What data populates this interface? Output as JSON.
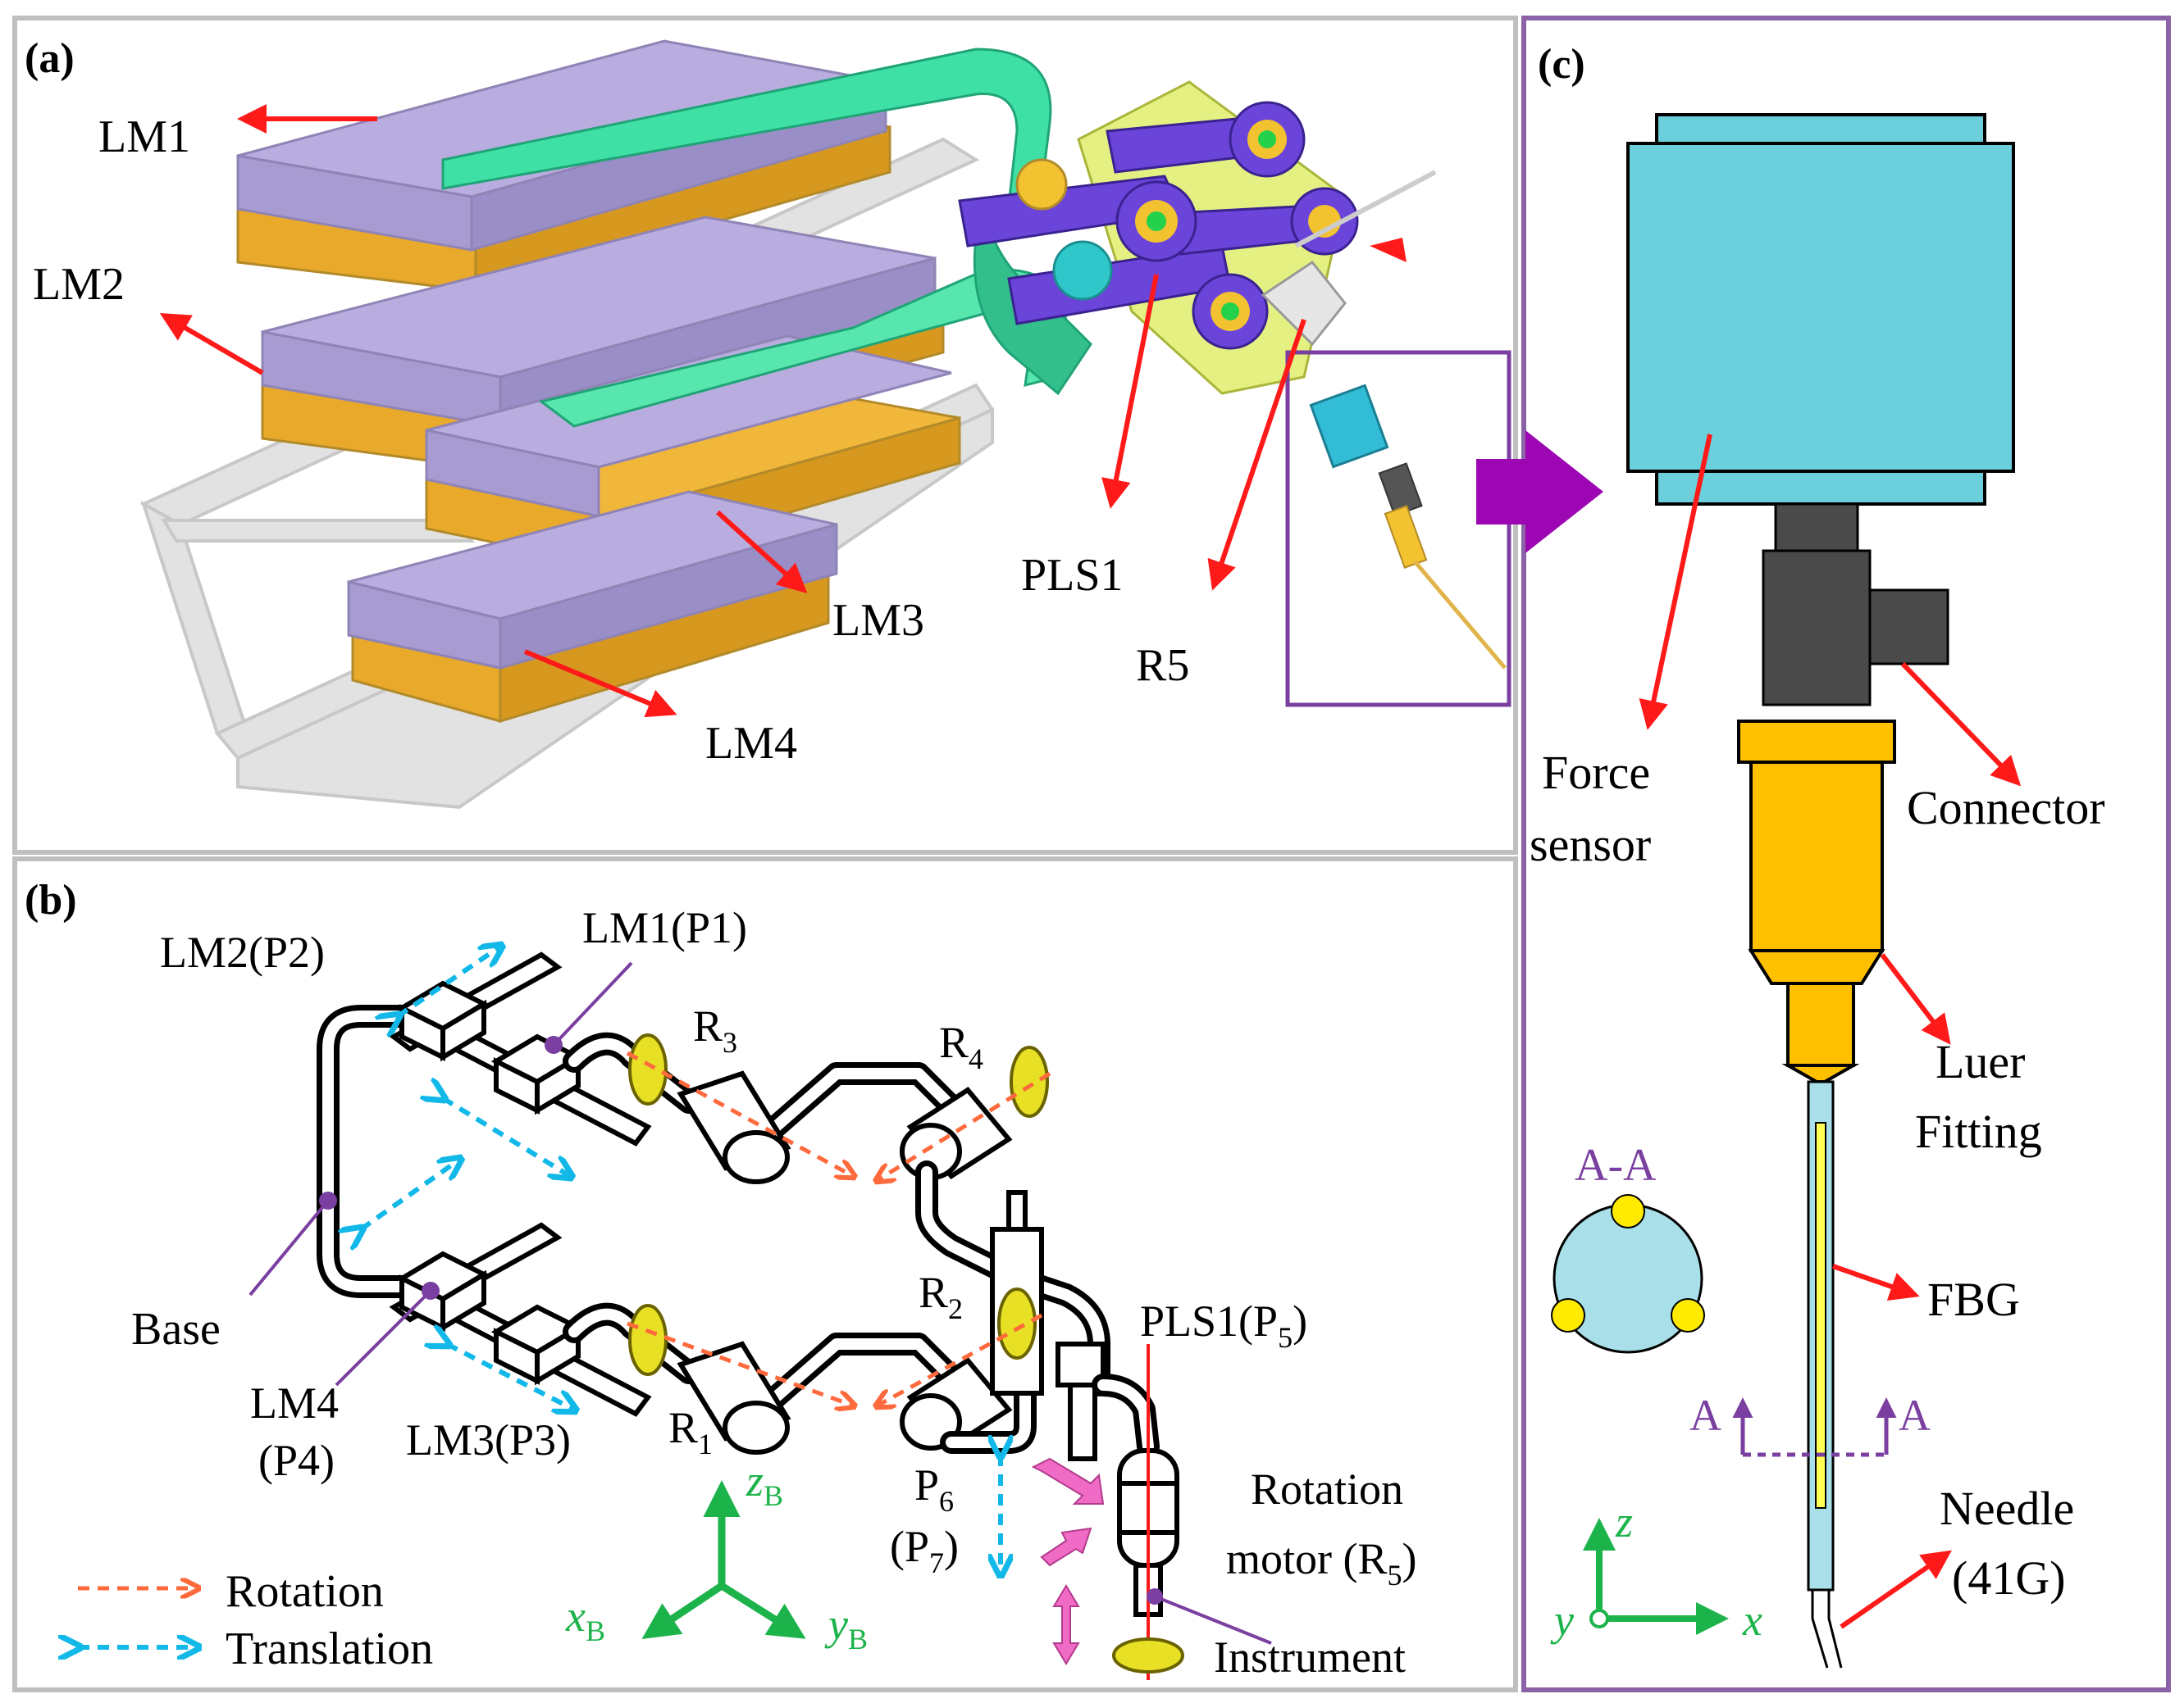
{
  "panels": {
    "a": {
      "label": "(a)"
    },
    "b": {
      "label": "(b)"
    },
    "c": {
      "label": "(c)"
    }
  },
  "panel_a": {
    "lm1": "LM1",
    "lm2": "LM2",
    "lm3": "LM3",
    "lm4": "LM4",
    "pls1": "PLS1",
    "r5": "R5"
  },
  "panel_b": {
    "lm2p2": "LM2(P2)",
    "lm1p1": "LM1(P1)",
    "r3": "R",
    "r3_sub": "3",
    "r4": "R",
    "r4_sub": "4",
    "r2": "R",
    "r2_sub": "2",
    "r1": "R",
    "r1_sub": "1",
    "base": "Base",
    "lm4": "LM4",
    "p4": "(P4)",
    "lm3p3": "LM3(P3)",
    "pls1_main": "PLS1(P",
    "pls1_sub": "5",
    "pls1_close": ")",
    "p6": "P",
    "p6_sub": "6",
    "p7_open": "(P",
    "p7_sub": "7",
    "p7_close": ")",
    "rotation_motor_1": "Rotation",
    "rotation_motor_2": "motor (R",
    "rotation_motor_sub": "5",
    "rotation_motor_close": ")",
    "instrument": "Instrument",
    "legend_rotation": "Rotation",
    "legend_translation": "Translation",
    "axis_z": "z",
    "axis_z_sub": "B",
    "axis_x": "x",
    "axis_x_sub": "B",
    "axis_y": "y",
    "axis_y_sub": "B"
  },
  "panel_c": {
    "force_sensor_1": "Force",
    "force_sensor_2": "sensor",
    "connector": "Connector",
    "luer_1": "Luer",
    "luer_2": "Fitting",
    "fbg": "FBG",
    "section": "A-A",
    "a_left": "A",
    "a_right": "A",
    "needle_1": "Needle",
    "needle_2": "(41G)",
    "axis_z": "z",
    "axis_y": "y",
    "axis_x": "x"
  },
  "colors": {
    "arrow_red": "#ff1a1a",
    "purple": "#8c62a6",
    "frame_grey": "#bfbfbf",
    "sensor_cyan": "#6ccfdc",
    "luer_gold": "#ffc000",
    "axis_green": "#1db34b",
    "translation_cyan": "#12b8e8",
    "rotation_orange": "#ff6a3d"
  }
}
